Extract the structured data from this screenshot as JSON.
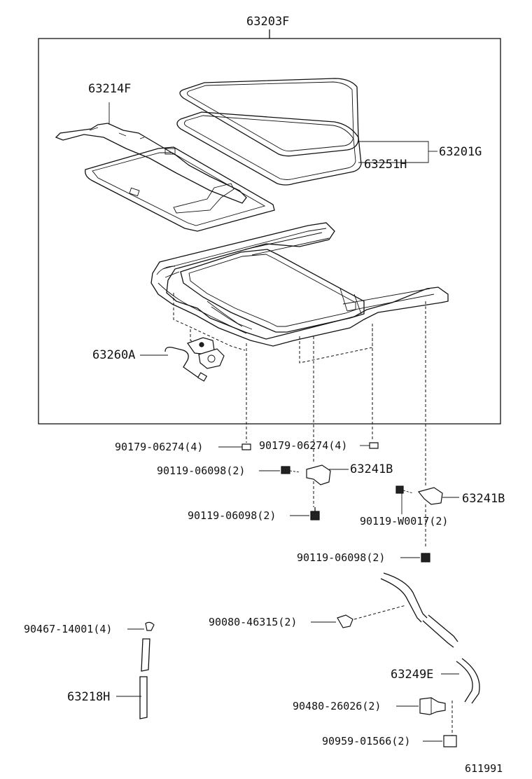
{
  "diagram": {
    "figure_id": "611991",
    "labels": {
      "assembly": "63203F",
      "shade_trim": "63214F",
      "glass_group": "63201G",
      "weatherstrip": "63251H",
      "drive_motor": "63260A",
      "clip_upper_left": "90179-06274(4)",
      "clip_upper_right": "90179-06274(4)",
      "screw_a": "90119-06098(2)",
      "bracket_left": "63241B",
      "screw_b": "90119-06098(2)",
      "bracket_right": "63241B",
      "screw_c": "90119-W0017(2)",
      "screw_d": "90119-06098(2)",
      "hose_clamp": "90080-46315(2)",
      "drain_hose": "63249E",
      "grommet_clip": "90467-14001(4)",
      "drain_tube_rear": "63218H",
      "hose_plug": "90480-26026(2)",
      "hose_clip": "90959-01566(2)"
    }
  }
}
